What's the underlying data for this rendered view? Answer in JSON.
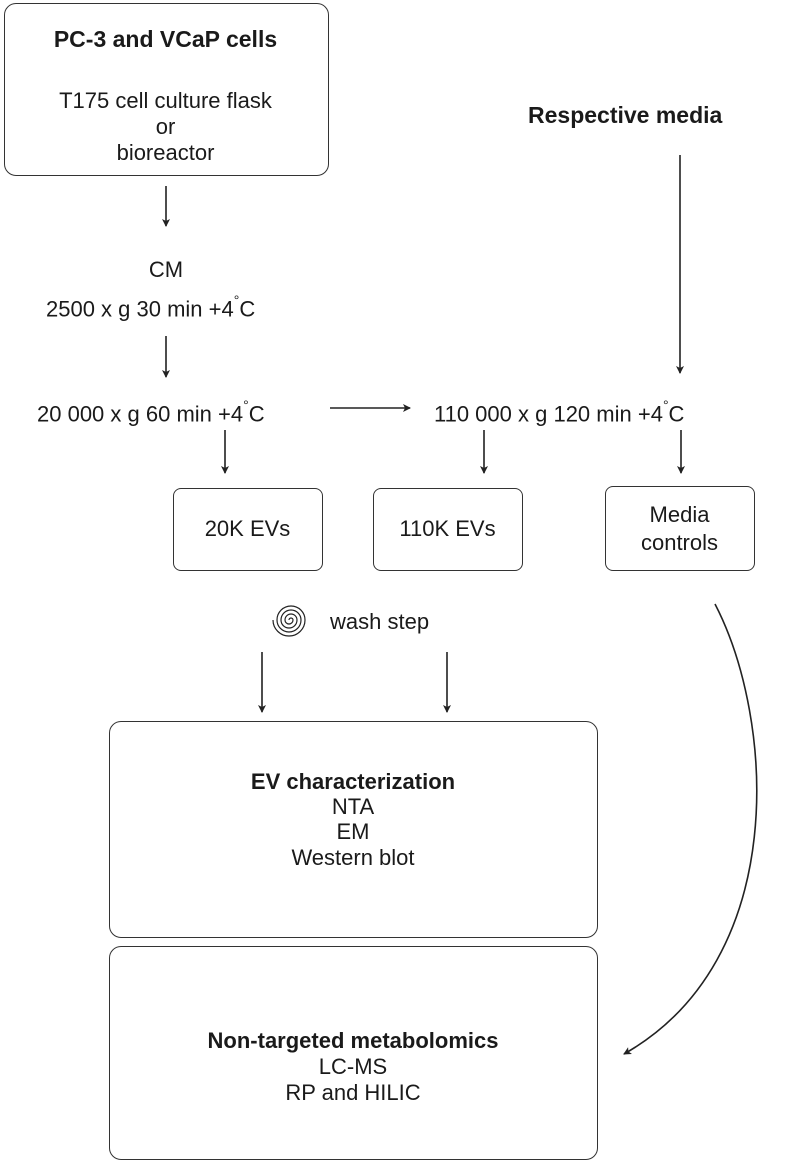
{
  "source_box": {
    "title": "PC-3 and VCaP cells",
    "line1": "T175 cell culture flask",
    "line2": "or",
    "line3": "bioreactor"
  },
  "media_label": "Respective media",
  "cm_step": {
    "label": "CM",
    "spin": "2500 x g 30 min +4",
    "unit": "C"
  },
  "spin_20k": {
    "text": "20 000 x g 60 min +4",
    "unit": "C"
  },
  "spin_110k": {
    "text": "110 000 x g 120 min +4",
    "unit": "C"
  },
  "degree_symbol": "°",
  "outputs": {
    "ev20k": "20K EVs",
    "ev110k": "110K EVs",
    "media_controls_line1": "Media",
    "media_controls_line2": "controls"
  },
  "wash_step": "wash step",
  "characterization": {
    "title": "EV characterization",
    "items": [
      "NTA",
      "EM",
      "Western blot"
    ]
  },
  "metabolomics": {
    "title": "Non-targeted metabolomics",
    "items": [
      "LC-MS",
      "RP and HILIC"
    ]
  },
  "icons": {
    "wash": "spiral-icon"
  }
}
